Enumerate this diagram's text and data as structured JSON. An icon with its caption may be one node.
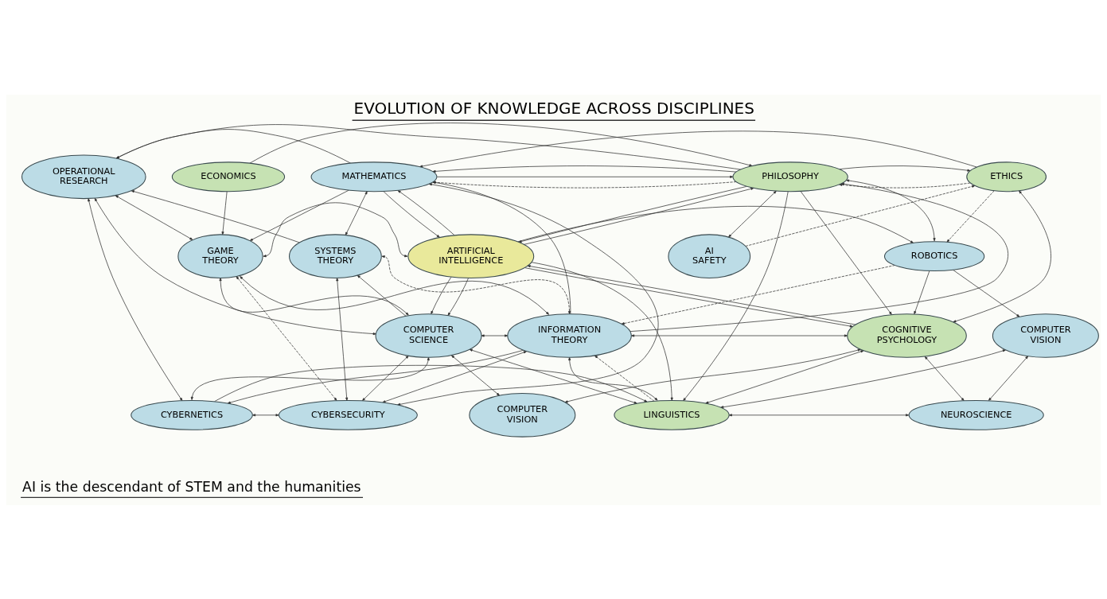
{
  "diagram": {
    "title": "EVOLUTION OF KNOWLEDGE ACROSS DISCIPLINES",
    "caption": "AI is the descendant of STEM and the humanities",
    "nodes": [
      {
        "text": [
          "OPERATIONAL RESEARCH"
        ]
      },
      {
        "text": [
          "MATHEMATICS"
        ]
      },
      {
        "text": [
          "PHILOSOPHY"
        ]
      },
      {
        "text": [
          "ETHICS"
        ]
      },
      {
        "text": [
          "ECONOMICS"
        ]
      },
      {
        "text": [
          "SYSTEMS THEORY"
        ]
      },
      {
        "text": [
          "GAME THEORY"
        ]
      },
      {
        "text": [
          "ARTIFICIAL INTELLIGENCE"
        ]
      },
      {
        "text": [
          "ROBOTICS"
        ]
      },
      {
        "text": [
          "AI SAFETY"
        ]
      },
      {
        "text": [
          "COMPUTER SCIENCE"
        ]
      },
      {
        "text": [
          "INFORMATION THEORY"
        ]
      },
      {
        "text": [
          "COGNITIVE PSYCHOLOGY"
        ]
      },
      {
        "text": [
          "COMPUTER VISION"
        ]
      },
      {
        "text": [
          "CYBERSECURITY"
        ]
      },
      {
        "text": [
          "LINGUISTICS"
        ]
      },
      {
        "text": [
          "CYBERNETICS"
        ]
      },
      {
        "text": [
          "NEUROSCIENCE"
        ]
      },
      {
        "text": [
          "COMPUTER VISION"
        ]
      }
    ],
    "edges": [
      {
        "from": 1,
        "to": 0,
        "arrow": "to"
      },
      {
        "from": 2,
        "to": 0,
        "arrow": "to"
      },
      {
        "from": 3,
        "to": 1,
        "arrow": "to"
      },
      {
        "from": 2,
        "to": 1,
        "arrow": "to",
        "style": "dashed"
      },
      {
        "from": 3,
        "to": 2,
        "arrow": "to",
        "style": "dashed"
      },
      {
        "from": 1,
        "to": 2,
        "arrow": "to"
      },
      {
        "from": 2,
        "to": 1,
        "arrow": "to"
      },
      {
        "from": 4,
        "to": 2,
        "arrow": "to"
      },
      {
        "from": 2,
        "to": 3,
        "arrow": "to"
      },
      {
        "from": 1,
        "to": 6,
        "arrow": "to"
      },
      {
        "from": 1,
        "to": 7,
        "arrow": "to"
      },
      {
        "from": 7,
        "to": 1,
        "arrow": "to"
      },
      {
        "from": 4,
        "to": 6,
        "arrow": "to"
      },
      {
        "from": 6,
        "to": 7,
        "arrow": "both"
      },
      {
        "from": 6,
        "to": 10,
        "arrow": "both"
      },
      {
        "from": 7,
        "to": 2,
        "arrow": "to"
      },
      {
        "from": 2,
        "to": 7,
        "arrow": "to"
      },
      {
        "from": 7,
        "to": 8,
        "arrow": "to"
      },
      {
        "from": 2,
        "to": 8,
        "arrow": "both"
      },
      {
        "from": 2,
        "to": 12,
        "arrow": "to"
      },
      {
        "from": 2,
        "to": 9,
        "arrow": "both"
      },
      {
        "from": 3,
        "to": 8,
        "arrow": "to",
        "style": "dashed"
      },
      {
        "from": 9,
        "to": 3,
        "arrow": "to",
        "style": "dashed"
      },
      {
        "from": 3,
        "to": 12,
        "arrow": "both"
      },
      {
        "from": 8,
        "to": 12,
        "arrow": "to"
      },
      {
        "from": 8,
        "to": 13,
        "arrow": "to"
      },
      {
        "from": 8,
        "to": 11,
        "arrow": "to",
        "style": "dashed"
      },
      {
        "from": 7,
        "to": 12,
        "arrow": "to"
      },
      {
        "from": 12,
        "to": 7,
        "arrow": "to"
      },
      {
        "from": 7,
        "to": 10,
        "arrow": "to"
      },
      {
        "from": 7,
        "to": 10,
        "arrow": "to"
      },
      {
        "from": 7,
        "to": 15,
        "arrow": "to"
      },
      {
        "from": 2,
        "to": 15,
        "arrow": "to"
      },
      {
        "from": 11,
        "to": 2,
        "arrow": "to"
      },
      {
        "from": 11,
        "to": 12,
        "arrow": "both"
      },
      {
        "from": 10,
        "to": 11,
        "arrow": "both"
      },
      {
        "from": 6,
        "to": 11,
        "arrow": "both"
      },
      {
        "from": 11,
        "to": 1,
        "arrow": "to"
      },
      {
        "from": 0,
        "to": 6,
        "arrow": "both"
      },
      {
        "from": 5,
        "to": 0,
        "arrow": "to"
      },
      {
        "from": 1,
        "to": 5,
        "arrow": "both"
      },
      {
        "from": 14,
        "to": 1,
        "arrow": "both"
      },
      {
        "from": 0,
        "to": 10,
        "arrow": "both"
      },
      {
        "from": 0,
        "to": 16,
        "arrow": "both"
      },
      {
        "from": 10,
        "to": 5,
        "arrow": "to"
      },
      {
        "from": 5,
        "to": 14,
        "arrow": "both"
      },
      {
        "from": 11,
        "to": 5,
        "arrow": "both",
        "style": "dashed"
      },
      {
        "from": 6,
        "to": 14,
        "arrow": "both",
        "style": "dashed"
      },
      {
        "from": 14,
        "to": 10,
        "arrow": "both"
      },
      {
        "from": 14,
        "to": 16,
        "arrow": "both"
      },
      {
        "from": 11,
        "to": 14,
        "arrow": "both"
      },
      {
        "from": 10,
        "to": 16,
        "arrow": "both"
      },
      {
        "from": 11,
        "to": 16,
        "arrow": "to"
      },
      {
        "from": 10,
        "to": 15,
        "arrow": "both"
      },
      {
        "from": 10,
        "to": 18,
        "arrow": "both"
      },
      {
        "from": 16,
        "to": 15,
        "arrow": "to"
      },
      {
        "from": 11,
        "to": 15,
        "arrow": "both"
      },
      {
        "from": 15,
        "to": 11,
        "arrow": "to",
        "style": "dashed"
      },
      {
        "from": 12,
        "to": 15,
        "arrow": "both"
      },
      {
        "from": 12,
        "to": 18,
        "arrow": "both"
      },
      {
        "from": 12,
        "to": 17,
        "arrow": "both"
      },
      {
        "from": 15,
        "to": 13,
        "arrow": "both"
      },
      {
        "from": 15,
        "to": 17,
        "arrow": "both"
      },
      {
        "from": 13,
        "to": 17,
        "arrow": "both"
      }
    ]
  }
}
